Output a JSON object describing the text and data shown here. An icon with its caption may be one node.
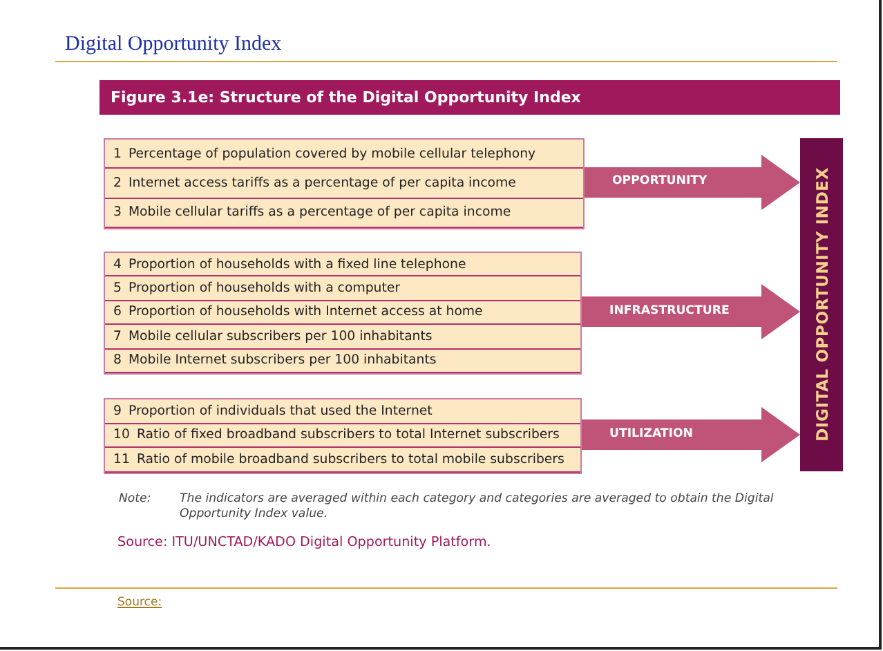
{
  "diagram": {
    "title": "Digital Opportunity Index",
    "nodes": [
      {
        "text": [],
        "shape": "box"
      },
      {
        "text": [
          "1",
          "Percentage of population covered by mobile cellular telephony"
        ],
        "in": 0
      },
      {
        "text": [
          "2",
          "Internet access tariffs as a percentage of per capita income"
        ],
        "in": 0
      },
      {
        "text": [
          "3",
          "Mobile cellular tariffs as a percentage of per capita income"
        ],
        "in": 0
      },
      {
        "text": [],
        "shape": "box"
      },
      {
        "text": [
          "4",
          "Proportion of households with a fixed line telephone"
        ],
        "in": 4
      },
      {
        "text": [
          "5",
          "Proportion of households with a computer"
        ],
        "in": 4
      },
      {
        "text": [
          "6",
          "Proportion of households with Internet access at home"
        ],
        "in": 4
      },
      {
        "text": [
          "7",
          "Mobile cellular subscribers per 100 inhabitants"
        ],
        "in": 4
      },
      {
        "text": [
          "8",
          "Mobile Internet subscribers per 100 inhabitants"
        ],
        "in": 4
      },
      {
        "text": [],
        "shape": "box"
      },
      {
        "text": [
          "9",
          "Proportion of individuals that used the Internet"
        ],
        "in": 10
      },
      {
        "text": [
          "10",
          "Ratio of fixed broadband subscribers to total Internet subscribers"
        ],
        "in": 10
      },
      {
        "text": [
          "11",
          "Ratio of mobile broadband subscribers to total mobile subscribers"
        ],
        "in": 10
      },
      {
        "text": [
          "DIGITAL OPPORTUNITY INDEX"
        ]
      }
    ],
    "edges": [
      {
        "from": 0,
        "to": 14,
        "arrow": "to",
        "label": "OPPORTUNITY",
        "style": "thick"
      },
      {
        "from": 4,
        "to": 14,
        "arrow": "to",
        "label": "INFRASTRUCTURE",
        "style": "thick"
      },
      {
        "from": 10,
        "to": 14,
        "arrow": "to",
        "label": "UTILIZATION",
        "style": "thick"
      }
    ],
    "labels": [
      "Figure 3.1e: Structure of the Digital Opportunity Index",
      "Note:",
      "The indicators are averaged within each category and categories are averaged to obtain the Digital Opportunity Index value.",
      "Source: ITU/UNCTAD/KADO Digital Opportunity Platform.",
      "Source:"
    ]
  }
}
